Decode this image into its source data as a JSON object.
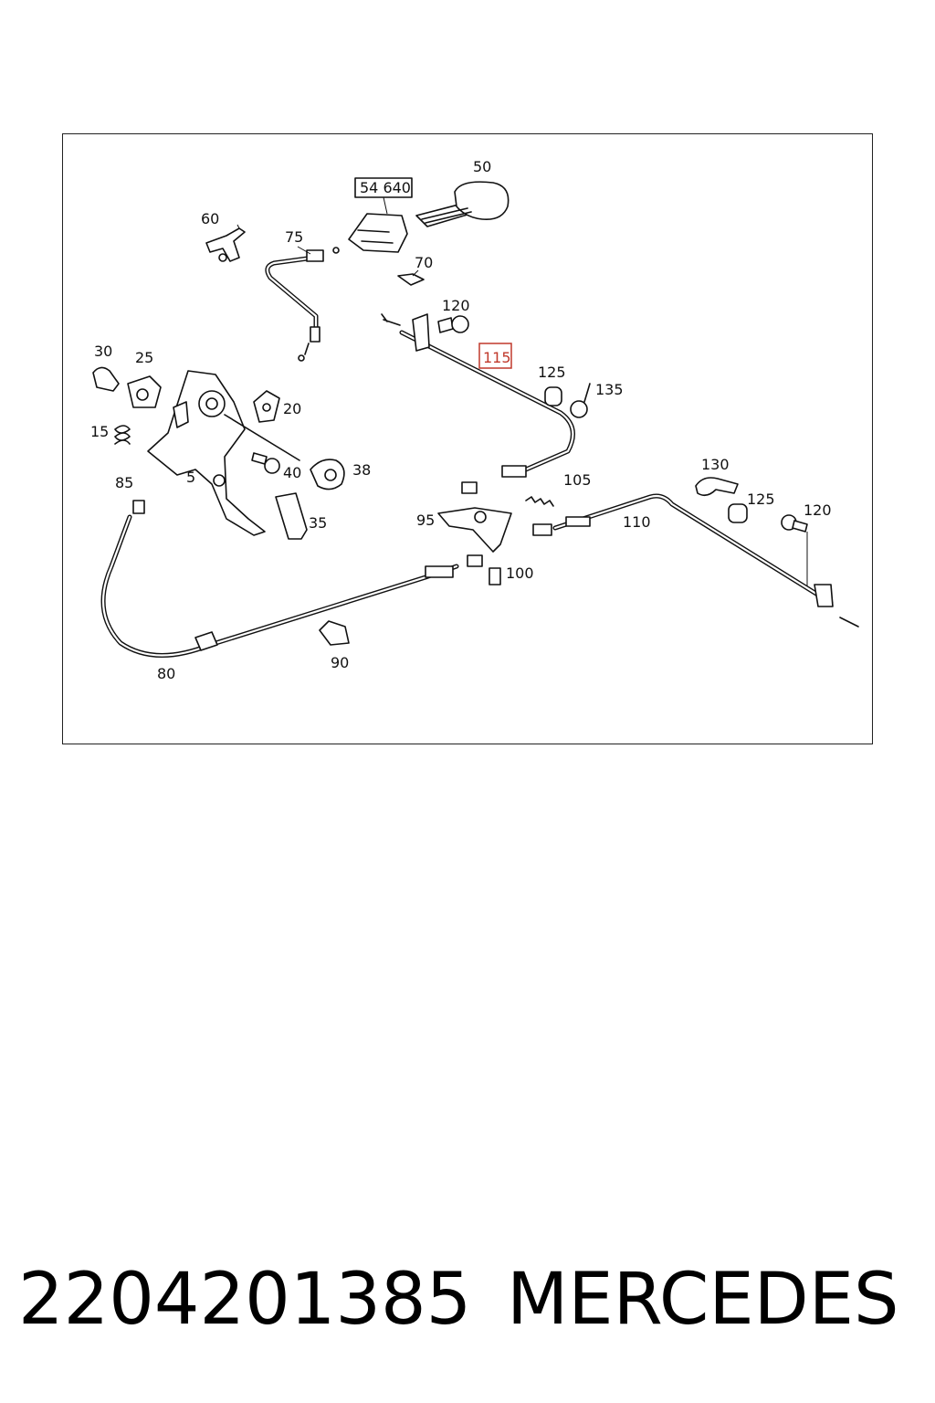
{
  "diagram": {
    "callouts": [
      {
        "id": "c50",
        "text": "50"
      },
      {
        "id": "c54640",
        "text": "54 640"
      },
      {
        "id": "c60",
        "text": "60"
      },
      {
        "id": "c75",
        "text": "75"
      },
      {
        "id": "c70",
        "text": "70"
      },
      {
        "id": "c120a",
        "text": "120"
      },
      {
        "id": "c115",
        "text": "115"
      },
      {
        "id": "c30",
        "text": "30"
      },
      {
        "id": "c25",
        "text": "25"
      },
      {
        "id": "c125a",
        "text": "125"
      },
      {
        "id": "c135",
        "text": "135"
      },
      {
        "id": "c20",
        "text": "20"
      },
      {
        "id": "c15",
        "text": "15"
      },
      {
        "id": "c40",
        "text": "40"
      },
      {
        "id": "c38",
        "text": "38"
      },
      {
        "id": "c5",
        "text": "5"
      },
      {
        "id": "c85",
        "text": "85"
      },
      {
        "id": "c105",
        "text": "105"
      },
      {
        "id": "c130",
        "text": "130"
      },
      {
        "id": "c125b",
        "text": "125"
      },
      {
        "id": "c120b",
        "text": "120"
      },
      {
        "id": "c95",
        "text": "95"
      },
      {
        "id": "c35",
        "text": "35"
      },
      {
        "id": "c110",
        "text": "110"
      },
      {
        "id": "c100",
        "text": "100"
      },
      {
        "id": "c80",
        "text": "80"
      },
      {
        "id": "c90",
        "text": "90"
      }
    ],
    "highlight_color": "#c0392b",
    "line_color": "#111111"
  },
  "caption": {
    "part_number": "2204201385",
    "brand": "MERCEDES"
  }
}
